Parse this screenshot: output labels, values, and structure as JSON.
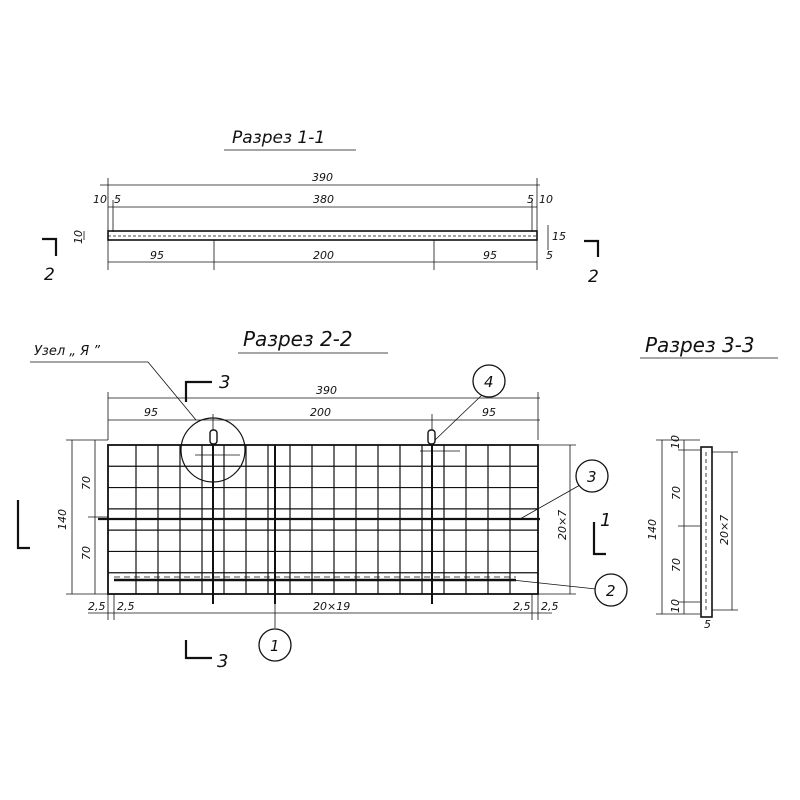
{
  "section_1": {
    "title": "Разрез 1-1",
    "overall": "390",
    "inner": "380",
    "left_edge_a": "10",
    "left_edge_b": "5",
    "right_edge_a": "5",
    "right_edge_b": "10",
    "height_left": "10",
    "height_right_a": "15",
    "height_right_b": "5",
    "seg_left": "95",
    "seg_mid": "200",
    "seg_right": "95",
    "cut_mark": "2"
  },
  "section_2": {
    "title": "Разрез 2-2",
    "node_label": "Узел „ Я ”",
    "overall": "390",
    "seg_left": "95",
    "seg_mid": "200",
    "seg_right": "95",
    "height_total": "140",
    "height_top": "70",
    "height_bottom": "70",
    "right_spacing": "20×7",
    "bottom_spacing": "20×19",
    "edge_bl_outer": "2,5",
    "edge_bl_inner": "2,5",
    "edge_br_inner": "2,5",
    "edge_br_outer": "2,5",
    "cut_mark_top": "3",
    "cut_mark_bottom": "3",
    "cut_mark_right": "1",
    "callout_1": "1",
    "callout_2": "2",
    "callout_3": "3",
    "callout_4": "4"
  },
  "section_3": {
    "title": "Разрез 3-3",
    "height_total": "140",
    "top_edge": "10",
    "upper": "70",
    "lower": "70",
    "bottom_edge": "10",
    "bottom_small": "5",
    "spacing": "20×7"
  }
}
